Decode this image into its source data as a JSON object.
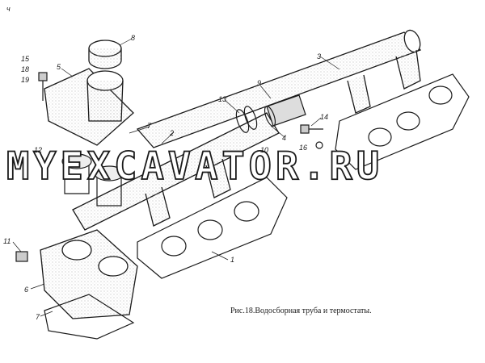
{
  "figure": {
    "caption": "Рис.18.Водосборная труба и термостаты.",
    "watermark": "MYEXCAVATOR.RU",
    "corner_mark": "ч"
  },
  "callouts": [
    {
      "id": "c1",
      "text": "1"
    },
    {
      "id": "c2",
      "text": "2"
    },
    {
      "id": "c3",
      "text": "3"
    },
    {
      "id": "c4",
      "text": "4"
    },
    {
      "id": "c5",
      "text": "5"
    },
    {
      "id": "c6",
      "text": "6"
    },
    {
      "id": "c7a",
      "text": "7"
    },
    {
      "id": "c7b",
      "text": "7"
    },
    {
      "id": "c8",
      "text": "8"
    },
    {
      "id": "c9",
      "text": "9"
    },
    {
      "id": "c10",
      "text": "10"
    },
    {
      "id": "c11",
      "text": "11"
    },
    {
      "id": "c12",
      "text": "12"
    },
    {
      "id": "c13",
      "text": "13"
    },
    {
      "id": "c14",
      "text": "14"
    },
    {
      "id": "c15",
      "text": "15"
    },
    {
      "id": "c16",
      "text": "16"
    },
    {
      "id": "c18",
      "text": "18"
    },
    {
      "id": "c19",
      "text": "19"
    }
  ],
  "colors": {
    "ink": "#1a1a1a",
    "paper": "#ffffff",
    "stipple": "#9a9a9a"
  }
}
